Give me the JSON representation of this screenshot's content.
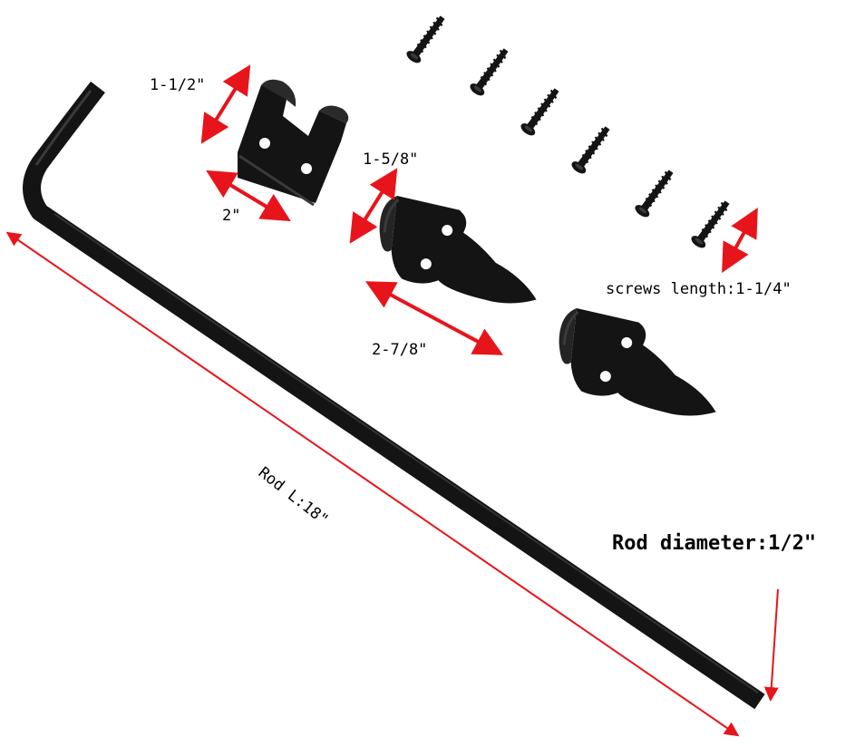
{
  "colors": {
    "hardware": "#141414",
    "hardware_highlight": "#3a3a3a",
    "arrow": "#e8141b",
    "text": "#000000",
    "background": "#ffffff"
  },
  "labels": {
    "bracket_height": "1-1/2\"",
    "bracket_width": "2\"",
    "hasp_height": "1-5/8\"",
    "hasp_length": "2-7/8\"",
    "screws_length": "screws length:1-1/4\"",
    "rod_length": "Rod L:18\"",
    "rod_diameter": "Rod diameter:1/2\""
  },
  "parts": {
    "rod": "rod-icon",
    "bracket": "u-bracket-icon",
    "hasp": "hasp-plate-icon",
    "screw": "screw-icon",
    "screw_count": 6,
    "hasp_count": 2
  }
}
